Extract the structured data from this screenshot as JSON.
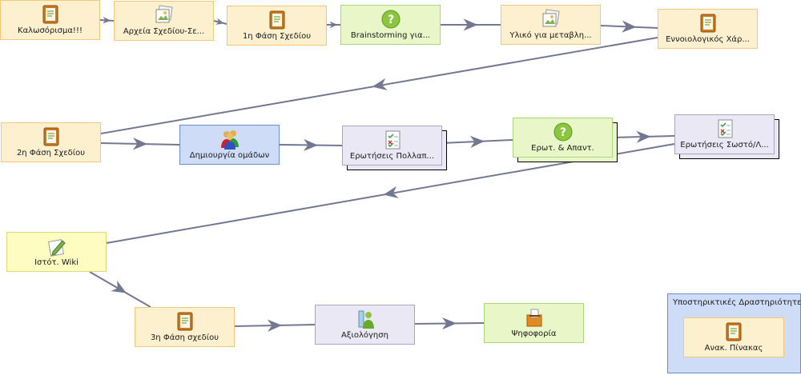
{
  "colors": {
    "activity_bg": "#fdf0cf",
    "question_bg": "#e8f6c8",
    "quiz_bg": "#eae8f5",
    "group_bg": "#cfdcf8",
    "wiki_bg": "#fefcc0",
    "connector": "#737892"
  },
  "nodes": [
    {
      "id": "welcome",
      "label": "Καλωσόρισμα!!!",
      "icon": "notebook-icon"
    },
    {
      "id": "files",
      "label": "Αρχεία Σχεδίου-Σε...",
      "icon": "images-icon"
    },
    {
      "id": "phase1",
      "label": "1η Φάση Σχεδίου",
      "icon": "notebook-icon"
    },
    {
      "id": "brainstorming",
      "label": "Brainstorming για...",
      "icon": "question-icon"
    },
    {
      "id": "material",
      "label": "Υλικό για μεταβλη...",
      "icon": "images-icon"
    },
    {
      "id": "conceptmap",
      "label": "Εννοιολογικός Χάρ...",
      "icon": "notebook-icon"
    },
    {
      "id": "phase2",
      "label": "2η Φάση Σχεδίου",
      "icon": "notebook-icon"
    },
    {
      "id": "groups",
      "label": "Δημιουργία ομάδων",
      "icon": "people-icon"
    },
    {
      "id": "mcq",
      "label": "Ερωτήσεις Πολλαπ...",
      "icon": "checklist-icon"
    },
    {
      "id": "qa",
      "label": "Ερωτ. & Απαντ.",
      "icon": "question-icon"
    },
    {
      "id": "truefalse",
      "label": "Ερωτήσεις Σωστό/Λ...",
      "icon": "checklist-icon"
    },
    {
      "id": "wiki",
      "label": "Ιστότ. Wiki",
      "icon": "pencil-paper-icon"
    },
    {
      "id": "phase3",
      "label": "3η Φάση σχεδίου",
      "icon": "notebook-icon"
    },
    {
      "id": "assessment",
      "label": "Αξιολόγηση",
      "icon": "assessment-icon"
    },
    {
      "id": "voting",
      "label": "Ψηφοφορία",
      "icon": "ballot-box-icon"
    }
  ],
  "support_group": {
    "title": "Υποστηρικτικές Δραστηριότητες",
    "item": {
      "label": "Ανακ. Πίνακας",
      "icon": "notebook-icon"
    }
  }
}
